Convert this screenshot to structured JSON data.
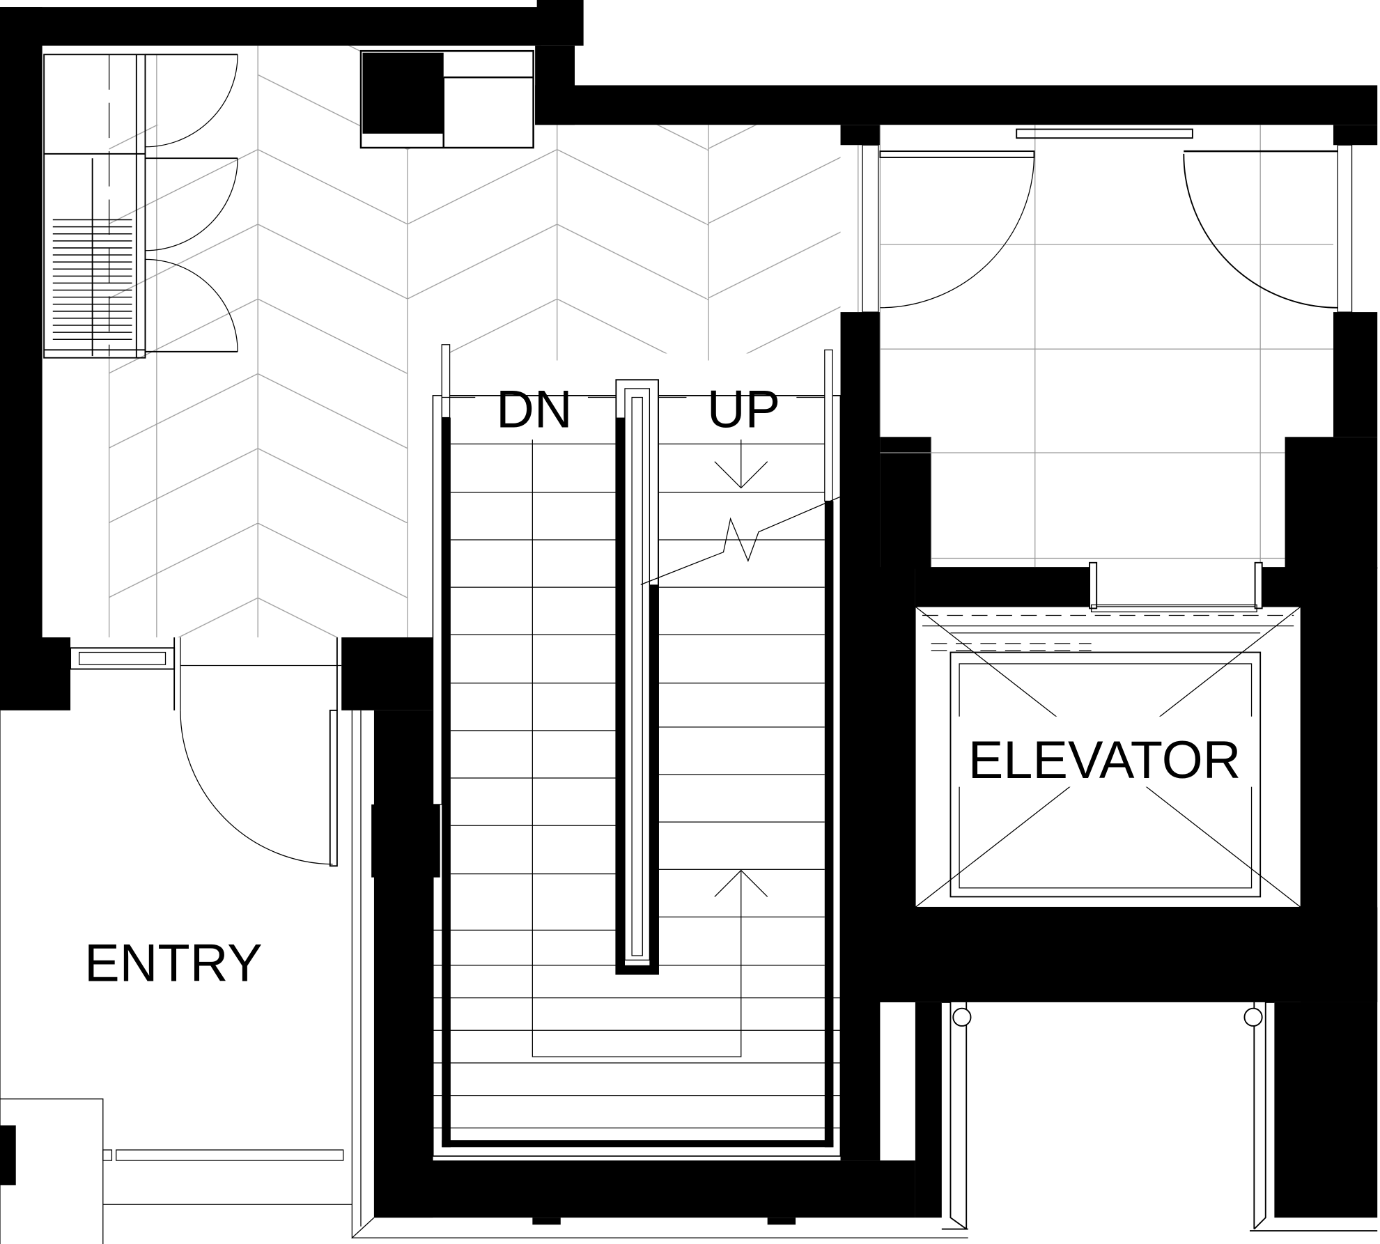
{
  "plan": {
    "labels": {
      "down": "DN",
      "up": "UP",
      "elevator": "ELEVATOR",
      "entry": "ENTRY"
    },
    "colors": {
      "wall": "#000000",
      "line": "#000000",
      "hatch": "#9a9a9a",
      "background": "#ffffff"
    }
  }
}
